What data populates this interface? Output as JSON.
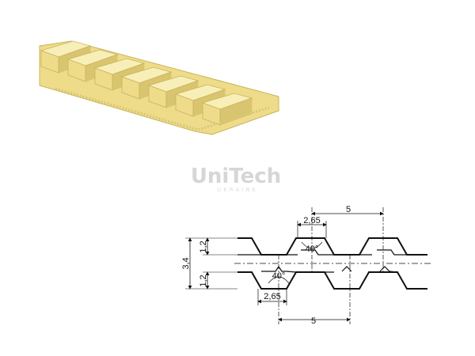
{
  "logo": {
    "brand": "UniTech",
    "tagline": "UKRAINE"
  },
  "drawing": {
    "pitch_top": "5",
    "pitch_bottom": "5",
    "tooth_width_top": "2,65",
    "tooth_width_bottom": "2,65",
    "angle_top": "40°",
    "angle_bottom": "40°",
    "total_thickness": "3,4",
    "tooth_height_top": "1,2",
    "tooth_height_bottom": "1,2"
  },
  "colors": {
    "belt_fill": "#eedc8a",
    "belt_highlight": "#f8efb8",
    "belt_shadow": "#c9b35a"
  }
}
